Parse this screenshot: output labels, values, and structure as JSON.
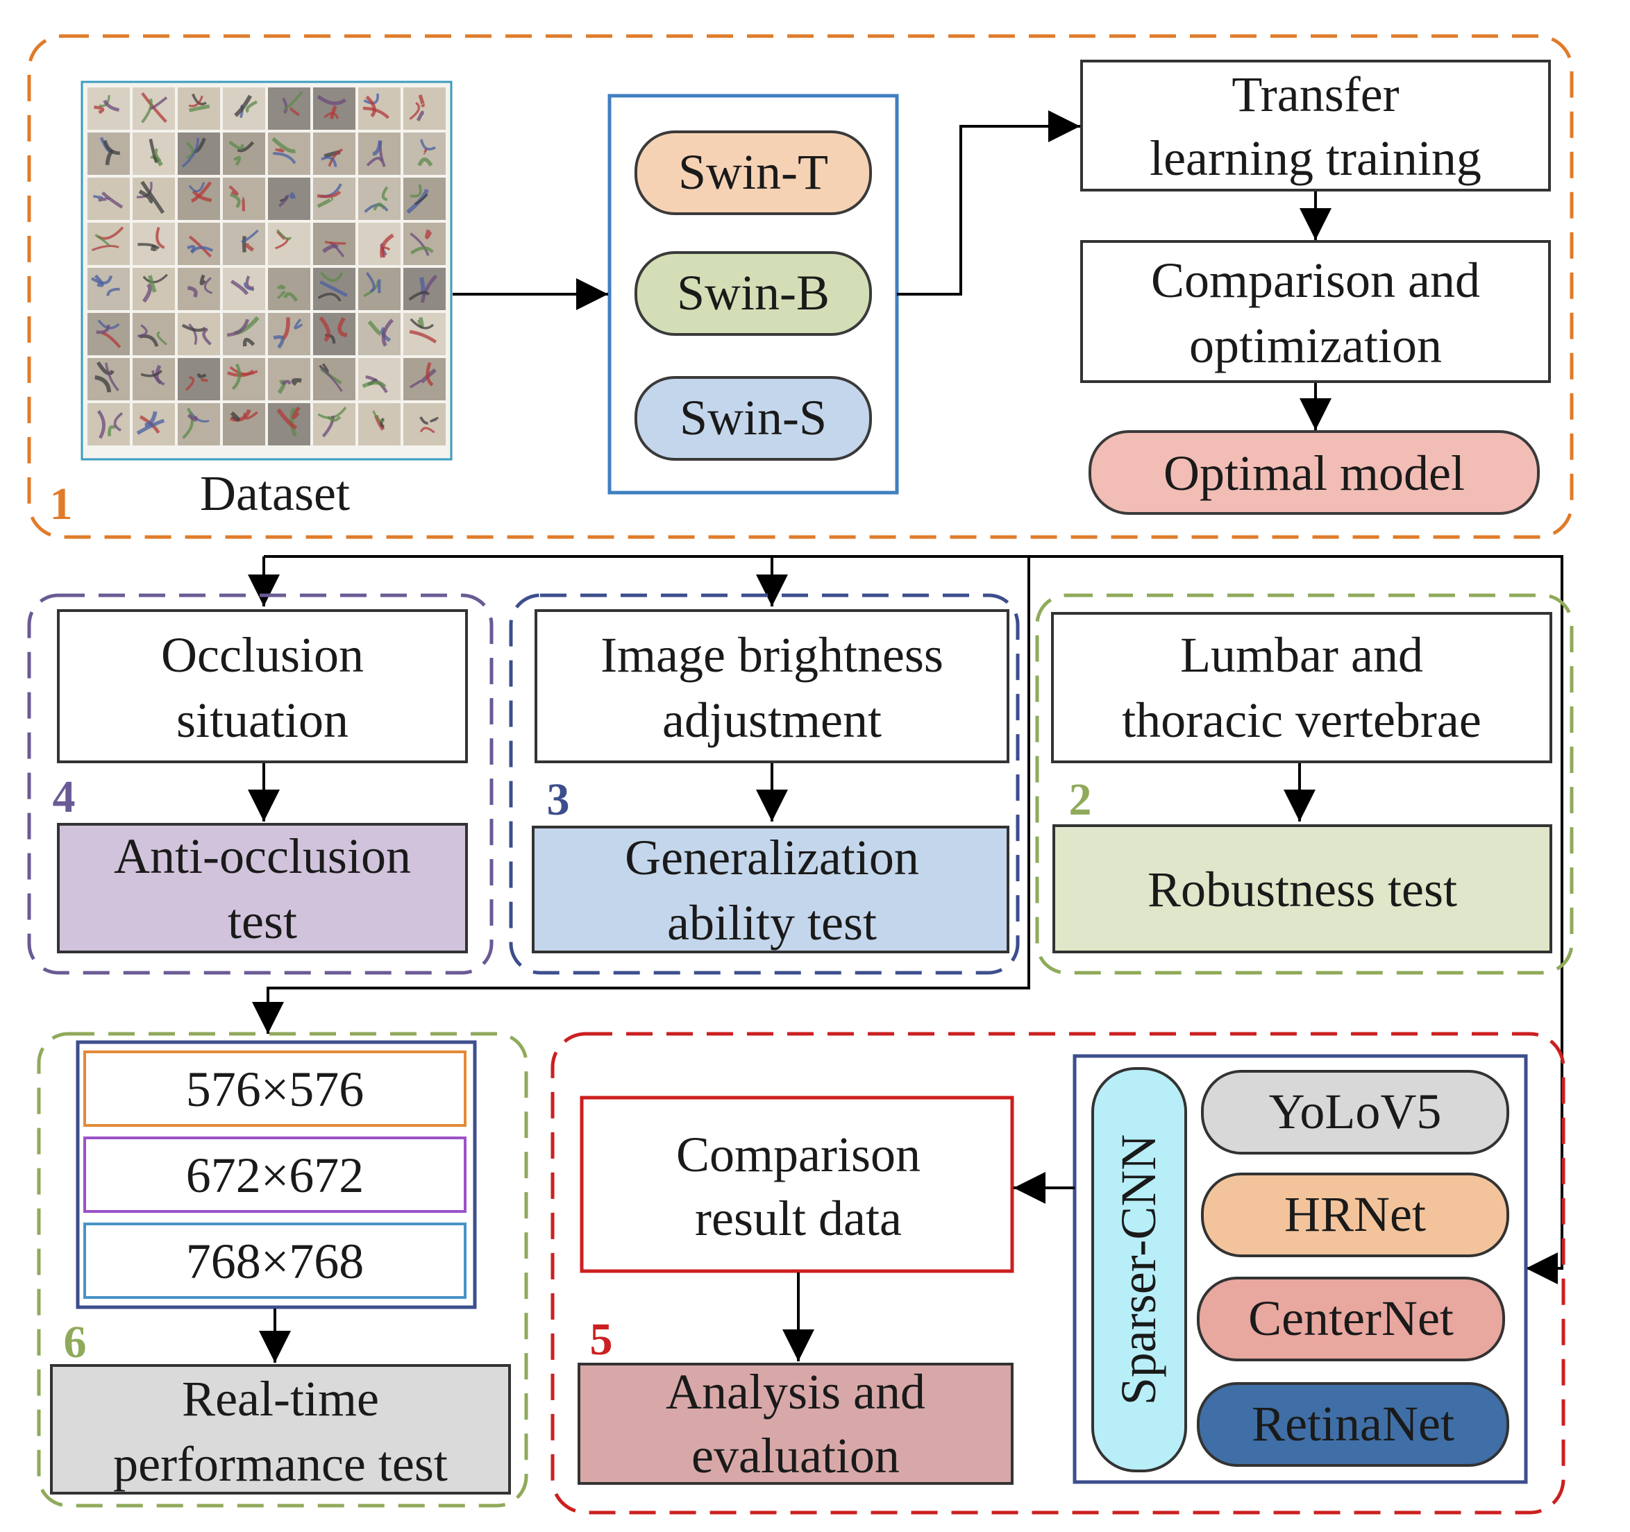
{
  "colors": {
    "section1": "#E07B2A",
    "section2": "#8FAA5A",
    "section3": "#3C4E8C",
    "section4": "#6A5A94",
    "section5": "#CC1F1F",
    "section6": "#8FAA5A",
    "swin_t": "#F6D2B4",
    "swin_b": "#D3DEB6",
    "swin_s": "#C4D6EB",
    "optimal": "#F2BDB5",
    "anti_occlusion": "#D0C3DB",
    "generalization": "#C4D6EB",
    "robustness": "#DFE6C9",
    "realtime": "#DADADA",
    "analysis": "#D8A8A8",
    "sparser": "#B8EEF8",
    "yolov5": "#D8D8D8",
    "hrnet": "#F3C49C",
    "centernet": "#E8A79F",
    "retinanet": "#3F6FA6",
    "res576": "#E38A38",
    "res672": "#9B52C8",
    "res768": "#4A93C6"
  },
  "section1": {
    "number": "1",
    "dataset_label": "Dataset",
    "models": [
      "Swin-T",
      "Swin-B",
      "Swin-S"
    ],
    "transfer": [
      "Transfer",
      "learning training"
    ],
    "comparison": [
      "Comparison and",
      "optimization"
    ],
    "optimal": "Optimal model"
  },
  "section2": {
    "number": "2",
    "top": [
      "Lumbar and",
      "thoracic vertebrae"
    ],
    "bottom": "Robustness test"
  },
  "section3": {
    "number": "3",
    "top": [
      "Image brightness",
      "adjustment"
    ],
    "bottom": [
      "Generalization",
      "ability test"
    ]
  },
  "section4": {
    "number": "4",
    "top": [
      "Occlusion",
      "situation"
    ],
    "bottom": [
      "Anti-occlusion",
      "test"
    ]
  },
  "section5": {
    "number": "5",
    "result": [
      "Comparison",
      "result data"
    ],
    "analysis": [
      "Analysis and",
      "evaluation"
    ],
    "sparser": "Sparser-CNN",
    "models": [
      "YoLoV5",
      "HRNet",
      "CenterNet",
      "RetinaNet"
    ]
  },
  "section6": {
    "number": "6",
    "sizes": [
      "576×576",
      "672×672",
      "768×768"
    ],
    "bottom": [
      "Real-time",
      "performance test"
    ]
  }
}
